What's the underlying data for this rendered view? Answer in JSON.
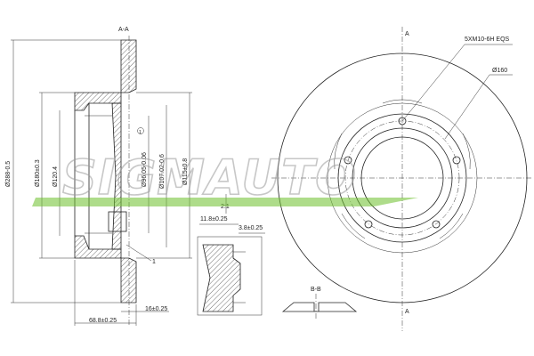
{
  "watermark": {
    "brand": "SIGMAUTO"
  },
  "section_views": {
    "aa_title": "A-A",
    "bb_title": "B-B",
    "cut_marker": "A"
  },
  "dimensions": {
    "overall_diameter": "Ø288-0.5",
    "dim_180": "Ø180±0.3",
    "dim_120": "Ø120.4",
    "dim_96": "Ø96.05-0.06",
    "dim_107": "Ø107.02-0.6",
    "dim_115": "Ø115±0.8",
    "ratio": "2:1",
    "hub_depth": "68.8±0.25",
    "thickness": "16±0.25",
    "detail_11": "11.8±0.25",
    "detail_3": "3.8±0.25",
    "thread_note": "5XM10-6H EQS",
    "pcd": "Ø160",
    "ref_1": "1"
  }
}
